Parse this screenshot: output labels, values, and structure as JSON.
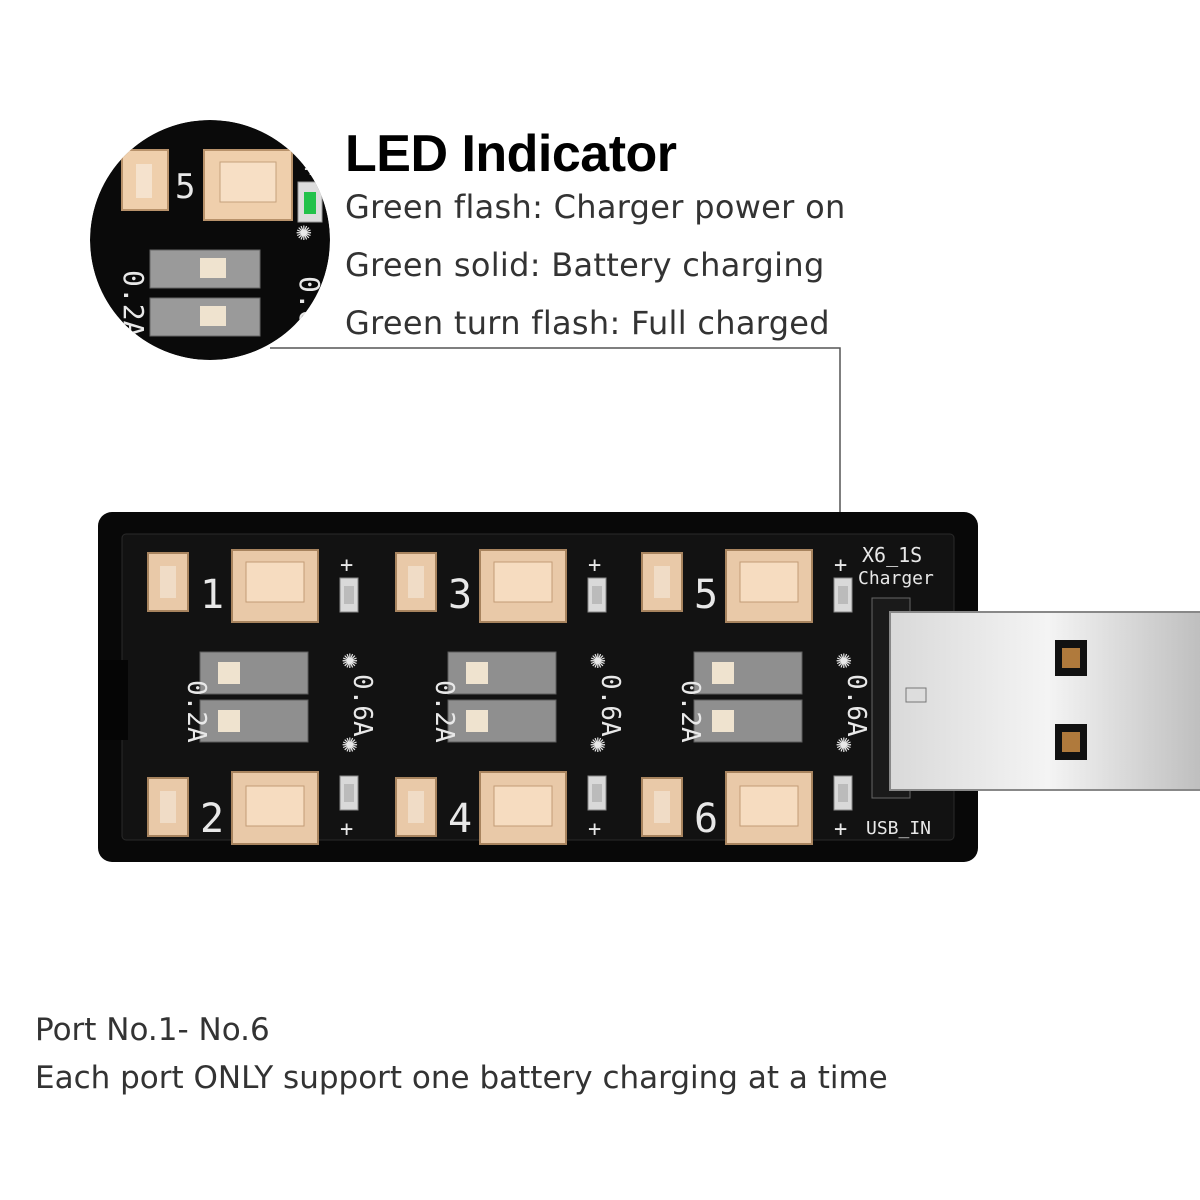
{
  "led_indicator": {
    "title": "LED Indicator",
    "lines": [
      "Green flash: Charger power on",
      "Green solid: Battery charging",
      "Green turn flash: Full charged"
    ]
  },
  "board": {
    "label_top": "X6_1S",
    "label_top2": "Charger",
    "label_usb": "USB_IN",
    "ports": [
      "1",
      "2",
      "3",
      "4",
      "5",
      "6"
    ],
    "switch_left": "0.2A",
    "switch_right": "0.6A",
    "plus": "+"
  },
  "footer": {
    "line1": "Port No.1- No.6",
    "line2": "Each port ONLY support one battery charging at a time"
  },
  "colors": {
    "pcb": "#0b0b0b",
    "connector": "#e9c9a8",
    "led_green": "#22c24a",
    "usb_metal": "#c9c9c9"
  }
}
